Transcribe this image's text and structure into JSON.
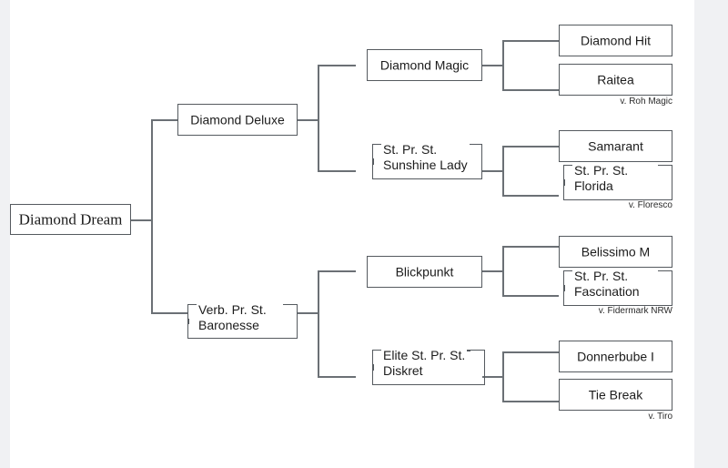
{
  "chart": {
    "type": "pedigree-bracket",
    "title": "Diamond Dream pedigree",
    "root": {
      "name": "Diamond Dream"
    },
    "generation2": [
      {
        "name": "Diamond Deluxe"
      },
      {
        "name": "Verb. Pr. St.\nBaronesse"
      }
    ],
    "generation3": [
      {
        "name": "Diamond Magic"
      },
      {
        "name": "St. Pr. St.\nSunshine Lady"
      },
      {
        "name": "Blickpunkt"
      },
      {
        "name": "Elite St. Pr. St.\nDiskret"
      }
    ],
    "generation4": [
      {
        "name": "Diamond Hit"
      },
      {
        "name": "Raitea"
      },
      {
        "name": "Samarant"
      },
      {
        "name": "St. Pr. St.\nFlorida"
      },
      {
        "name": "Belissimo M"
      },
      {
        "name": "St. Pr. St.\nFascination"
      },
      {
        "name": "Donnerbube I"
      },
      {
        "name": "Tie Break"
      }
    ],
    "annotations": [
      {
        "text": "v. Roh Magic"
      },
      {
        "text": "v. Floresco"
      },
      {
        "text": "v. Fidermark NRW"
      },
      {
        "text": "v. Tiro"
      }
    ],
    "colors": {
      "box_border": "#555a5f",
      "connector": "#6b7075",
      "canvas": "#ffffff",
      "page_background": "#f0f1f3",
      "text": "#1c1c1c"
    }
  }
}
